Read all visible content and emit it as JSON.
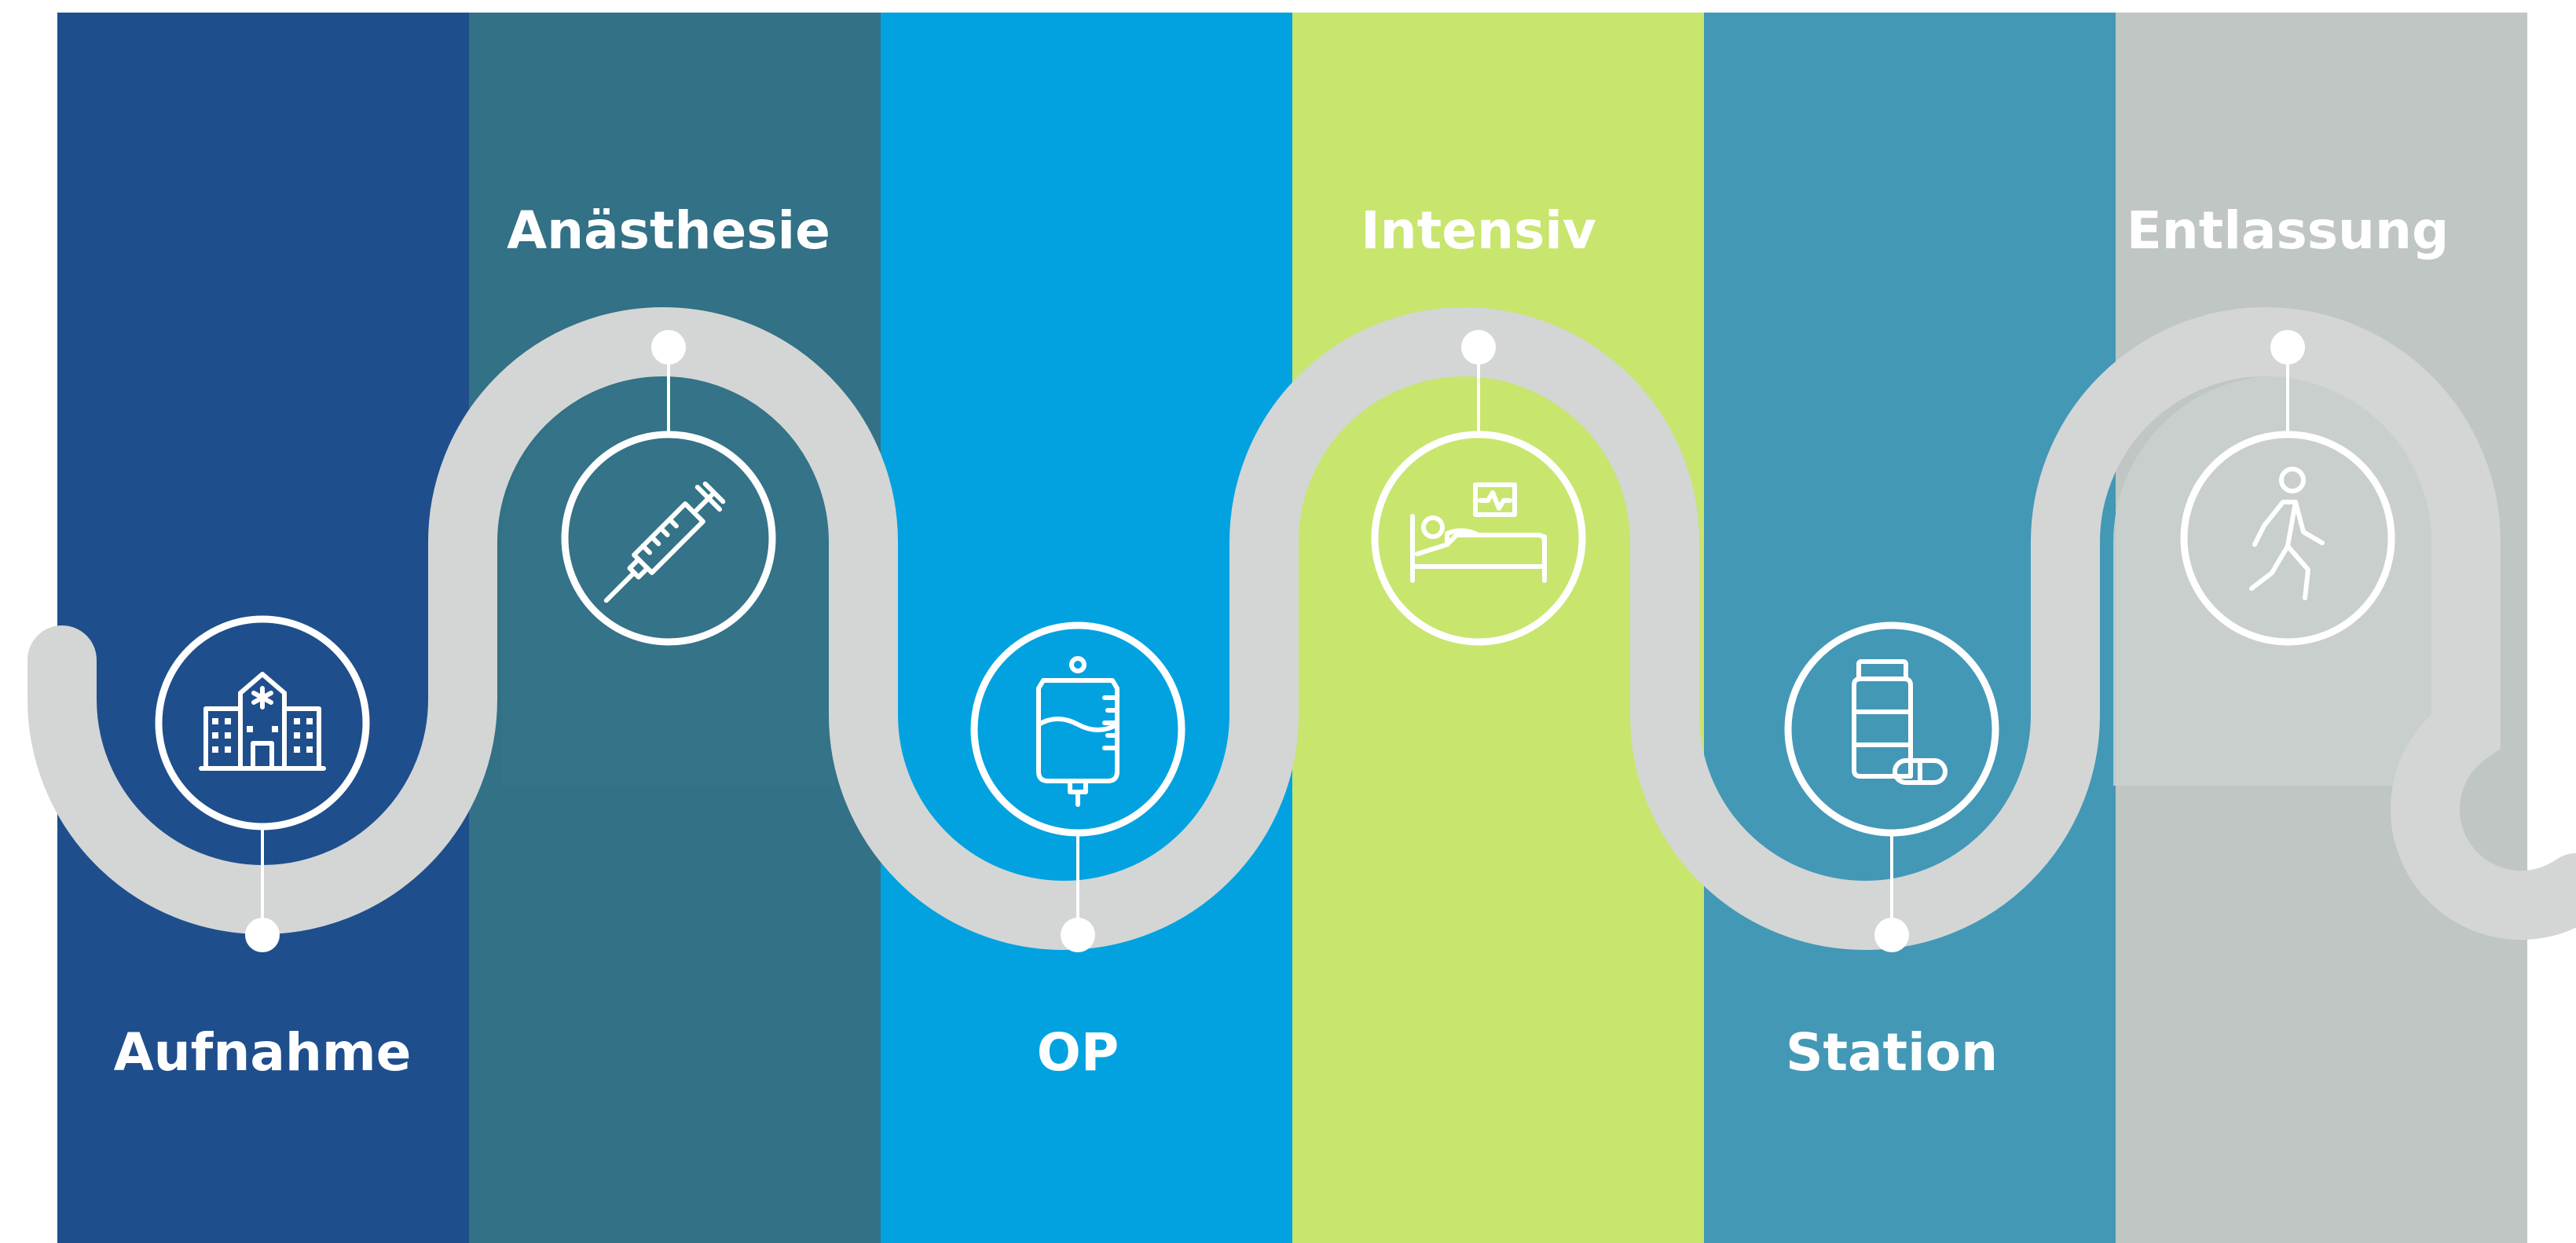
{
  "colors": {
    "background": "#ffffff",
    "track": "#d3d6d5",
    "line": "#ffffff"
  },
  "stages": [
    {
      "id": "aufnahme",
      "label": "Aufnahme",
      "color": "#1f4e8c",
      "icon": "hospital-icon",
      "label_position": "bottom"
    },
    {
      "id": "anaesthesie",
      "label": "Anästhesie",
      "color": "#327186",
      "icon": "syringe-icon",
      "label_position": "top"
    },
    {
      "id": "op",
      "label": "OP",
      "color": "#02a2e0",
      "icon": "iv-bag-icon",
      "label_position": "bottom"
    },
    {
      "id": "intensiv",
      "label": "Intensiv",
      "color": "#c8e56e",
      "icon": "hospital-bed-monitor-icon",
      "label_position": "top"
    },
    {
      "id": "station",
      "label": "Station",
      "color": "#4398b6",
      "icon": "medicine-bottle-pill-icon",
      "label_position": "bottom"
    },
    {
      "id": "entlassung",
      "label": "Entlassung",
      "color": "#bfc6c4",
      "icon": "walking-person-icon",
      "label_position": "top"
    }
  ]
}
